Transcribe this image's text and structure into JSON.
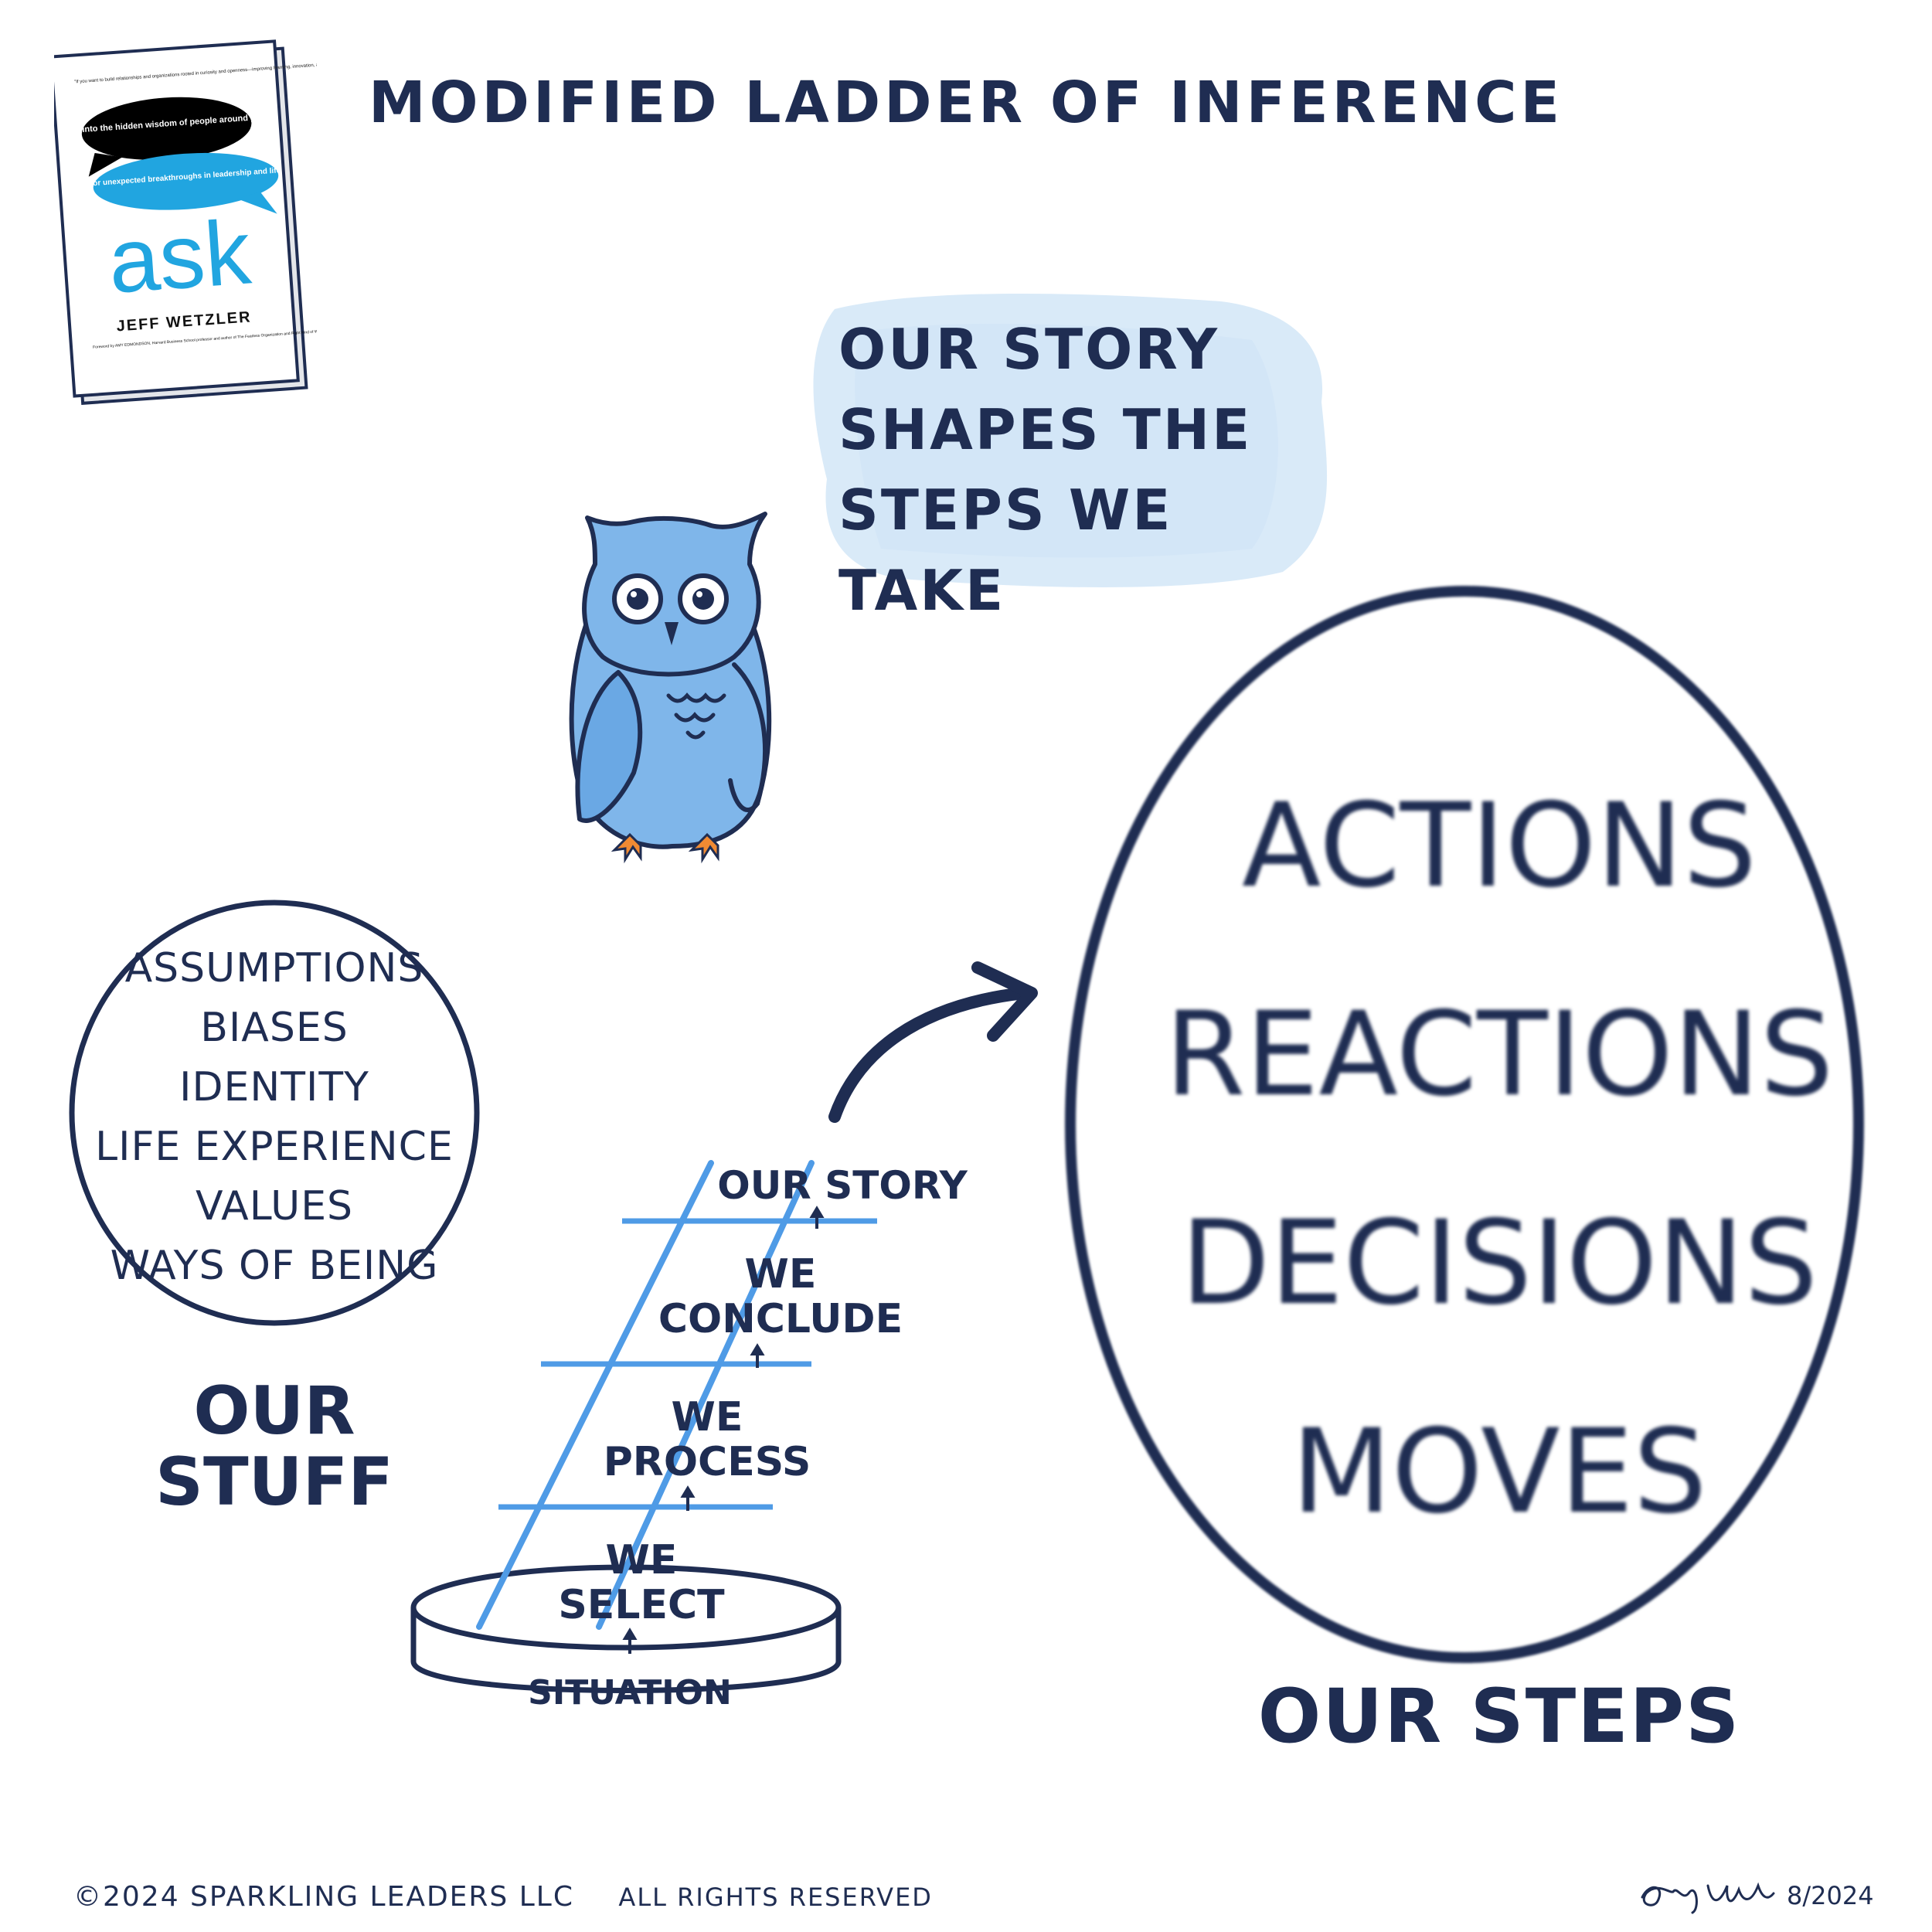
{
  "title": "MODIFIED LADDER OF INFERENCE",
  "tagline": [
    "OUR STORY",
    "SHAPES THE",
    "STEPS WE TAKE"
  ],
  "book": {
    "blurb": "\"If you want to build relationships and organizations rooted in curiosity and openness—improving learning, innovation, and results in the process—this book is required reading.\" —KIM SCOTT, New York Times bestselling author of Radical Candor",
    "bubble_black": "tap into the hidden wisdom of people around you",
    "bubble_blue": "for unexpected breakthroughs in leadership and life",
    "title": "ask",
    "author": "JEFF WETZLER",
    "foreword": "Foreword by AMY EDMONDSON, Harvard Business School professor and author of The Fearless Organization and Right Kind of Wrong"
  },
  "our_stuff": {
    "items": [
      "ASSUMPTIONS",
      "BIASES",
      "IDENTITY",
      "LIFE EXPERIENCE",
      "VALUES",
      "WAYS OF BEING"
    ],
    "label": [
      "OUR",
      "STUFF"
    ]
  },
  "ladder": {
    "base": "SITUATION",
    "rungs": [
      {
        "lines": [
          "WE",
          "SELECT"
        ]
      },
      {
        "lines": [
          "WE",
          "PROCESS"
        ]
      },
      {
        "lines": [
          "WE",
          "CONCLUDE"
        ]
      },
      {
        "lines": [
          "OUR STORY"
        ]
      }
    ]
  },
  "our_steps": {
    "items": [
      "ACTIONS",
      "REACTIONS",
      "DECISIONS",
      "MOVES"
    ],
    "label": "OUR STEPS"
  },
  "footer": {
    "copyright": "©2024 SPARKLING LEADERS LLC",
    "rights": "ALL RIGHTS RESERVED",
    "date": "8/2024"
  },
  "colors": {
    "navy": "#1f2d52",
    "ladder_blue": "#4f9be6",
    "owl_blue": "#7fb6ea",
    "wash_blue": "#d9eaf8",
    "book_blue": "#21a5e0"
  },
  "icons": [
    "owl-icon",
    "book-cover-icon",
    "arrow-icon",
    "signature-icon"
  ]
}
